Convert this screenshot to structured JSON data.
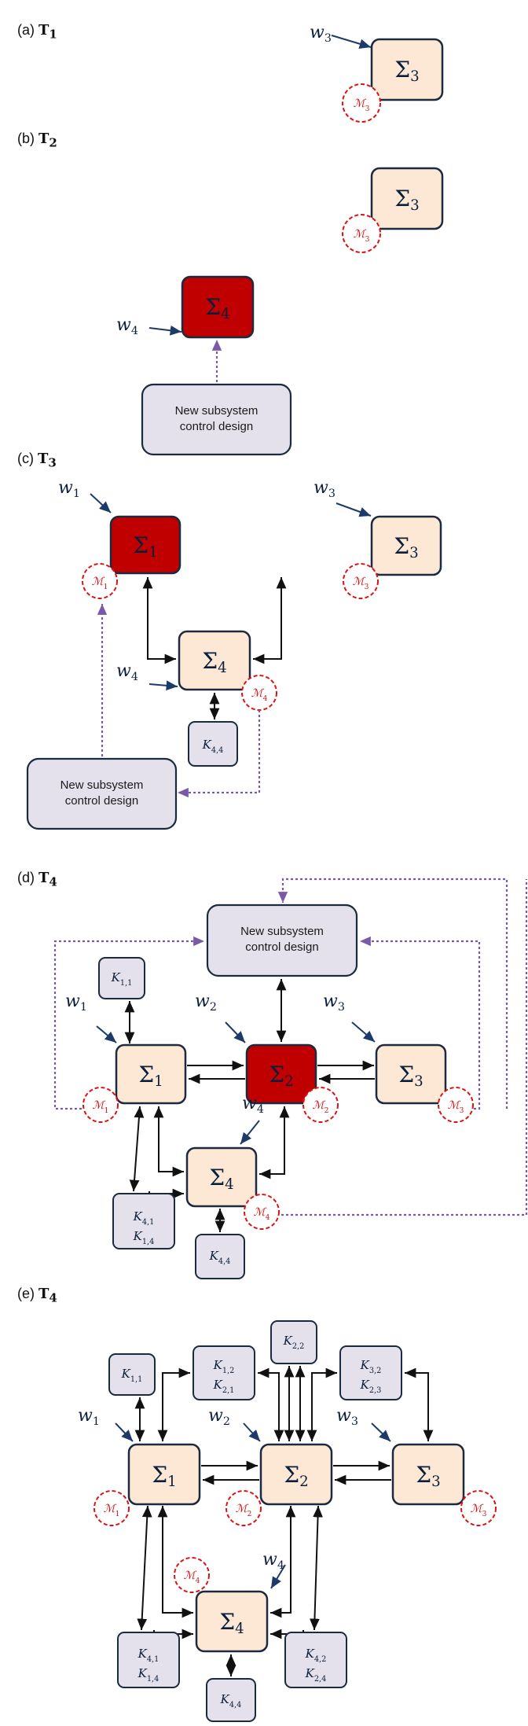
{
  "panels": [
    {
      "label": "(a)",
      "tag": "T",
      "num": "1"
    },
    {
      "label": "(b)",
      "tag": "T",
      "num": "2"
    },
    {
      "label": "(c)",
      "tag": "T",
      "num": "3"
    },
    {
      "label": "(d)",
      "tag": "T",
      "num": "4"
    },
    {
      "label": "(e)",
      "tag": "T",
      "num": "4"
    }
  ],
  "colors": {
    "subsystem_fill": "#fde8d6",
    "new_subsystem_fill": "#c00000",
    "controller_fill": "#e4e1ec",
    "border": "#1c2a40",
    "monitor": "#e01010",
    "design_link": "#7a5aa8"
  },
  "sigma": "Σ",
  "design_box_text": "New subsystem control design",
  "design_box_line1": "New subsystem",
  "design_box_line2": "control design",
  "subsystems": {
    "s1": "1",
    "s2": "2",
    "s3": "3",
    "s4": "4"
  },
  "disturbances": {
    "w1": "w",
    "w1_sub": "1",
    "w2": "w",
    "w2_sub": "2",
    "w3": "w",
    "w3_sub": "3",
    "w4": "w",
    "w4_sub": "4"
  },
  "monitors": {
    "m": "ℳ",
    "m1": "1",
    "m2": "2",
    "m3": "3",
    "m4": "4"
  },
  "controllers": {
    "k": "K",
    "k11": "1,1",
    "k22": "2,2",
    "k44": "4,4",
    "k12": "1,2",
    "k21": "2,1",
    "k32": "3,2",
    "k23": "2,3",
    "k41": "4,1",
    "k14": "1,4",
    "k42": "4,2",
    "k24": "2,4"
  }
}
